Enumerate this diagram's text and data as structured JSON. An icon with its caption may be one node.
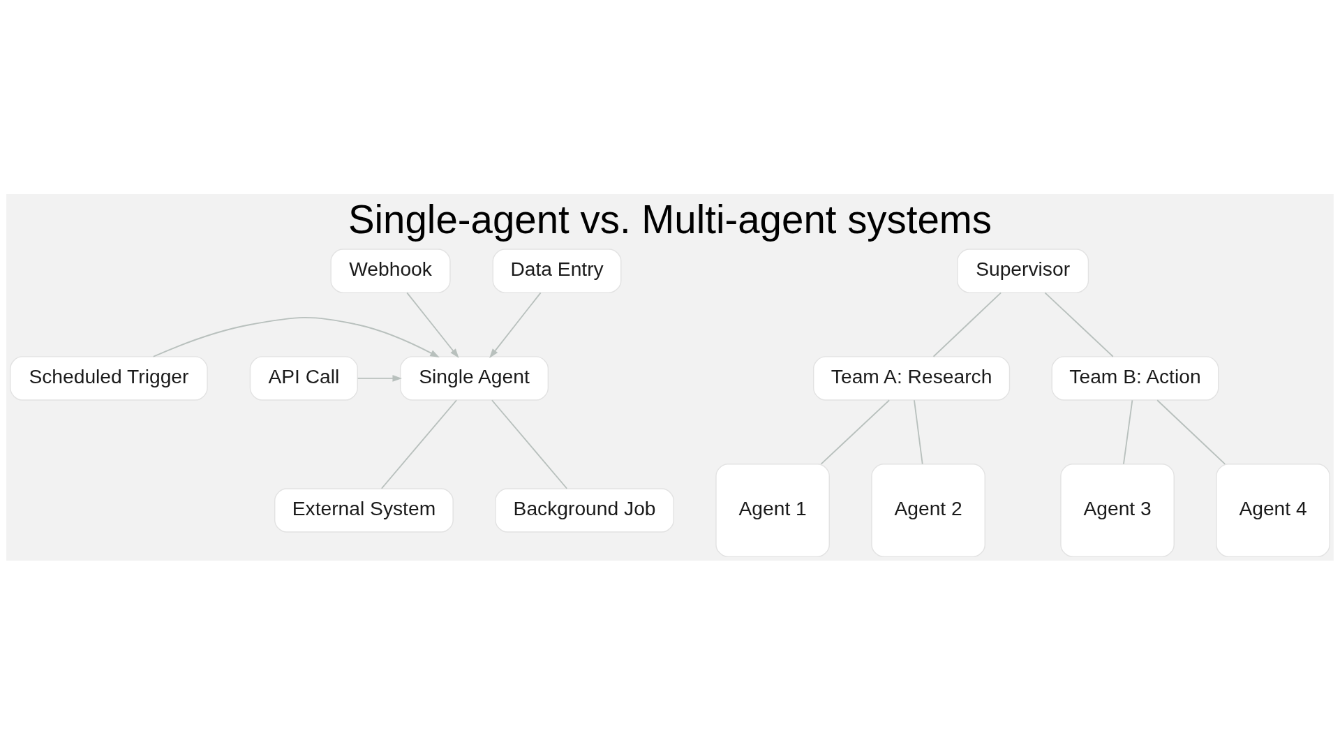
{
  "diagram": {
    "title": "Single-agent vs. Multi-agent systems",
    "nodes": [
      {
        "text": [
          "Single Agent"
        ]
      },
      {
        "text": [
          "Webhook"
        ]
      },
      {
        "text": [
          "Data Entry"
        ]
      },
      {
        "text": [
          "Scheduled Trigger"
        ]
      },
      {
        "text": [
          "API Call"
        ]
      },
      {
        "text": [
          "External System"
        ]
      },
      {
        "text": [
          "Background Job"
        ]
      },
      {
        "text": [
          "Supervisor"
        ]
      },
      {
        "text": [
          "Team A: Research"
        ]
      },
      {
        "text": [
          "Team B: Action"
        ]
      },
      {
        "text": [
          "Agent 1"
        ]
      },
      {
        "text": [
          "Agent 2"
        ]
      },
      {
        "text": [
          "Agent 3"
        ]
      },
      {
        "text": [
          "Agent 4"
        ]
      }
    ],
    "edges": [
      {
        "from": 1,
        "to": 0,
        "arrow": "to"
      },
      {
        "from": 2,
        "to": 0,
        "arrow": "to"
      },
      {
        "from": 3,
        "to": 0,
        "arrow": "to"
      },
      {
        "from": 4,
        "to": 0,
        "arrow": "to"
      },
      {
        "from": 0,
        "to": 5,
        "arrow": "none"
      },
      {
        "from": 0,
        "to": 6,
        "arrow": "none"
      },
      {
        "from": 7,
        "to": 8,
        "arrow": "none"
      },
      {
        "from": 7,
        "to": 9,
        "arrow": "none"
      },
      {
        "from": 8,
        "to": 10,
        "arrow": "none"
      },
      {
        "from": 8,
        "to": 11,
        "arrow": "none"
      },
      {
        "from": 9,
        "to": 12,
        "arrow": "none"
      },
      {
        "from": 9,
        "to": 13,
        "arrow": "none"
      }
    ]
  }
}
